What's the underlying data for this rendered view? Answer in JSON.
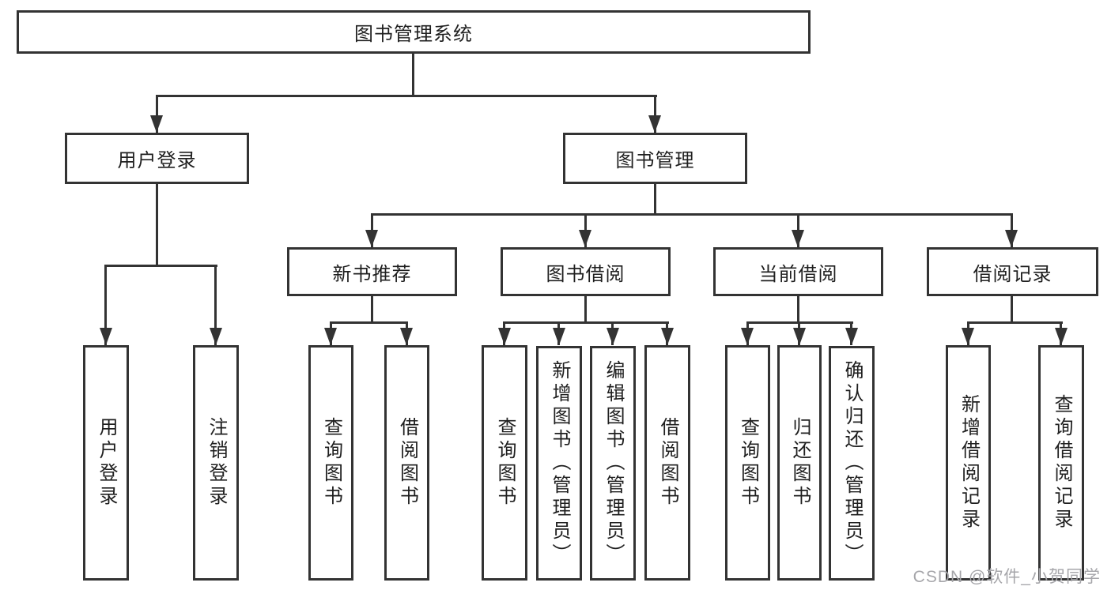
{
  "diagram": {
    "root_label": "图书管理系统",
    "user_login": {
      "label": "用户登录",
      "children": [
        {
          "label": "用户登录"
        },
        {
          "label": "注销登录"
        }
      ]
    },
    "book_management": {
      "label": "图书管理",
      "sections": [
        {
          "label": "新书推荐",
          "children": [
            {
              "label": "查询图书"
            },
            {
              "label": "借阅图书"
            }
          ]
        },
        {
          "label": "图书借阅",
          "children": [
            {
              "label": "查询图书"
            },
            {
              "label": "新增图书（管理员）"
            },
            {
              "label": "编辑图书（管理员）"
            },
            {
              "label": "借阅图书"
            }
          ]
        },
        {
          "label": "当前借阅",
          "children": [
            {
              "label": "查询图书"
            },
            {
              "label": "归还图书"
            },
            {
              "label": "确认归还（管理员）"
            }
          ]
        },
        {
          "label": "借阅记录",
          "children": [
            {
              "label": "新增借阅记录"
            },
            {
              "label": "查询借阅记录"
            }
          ]
        }
      ]
    },
    "watermark": "CSDN @软件_小贺同学"
  },
  "colors": {
    "line": "#333333",
    "text": "#1f1f1f",
    "watermark": "#a6a6aa",
    "background": "#ffffff"
  }
}
